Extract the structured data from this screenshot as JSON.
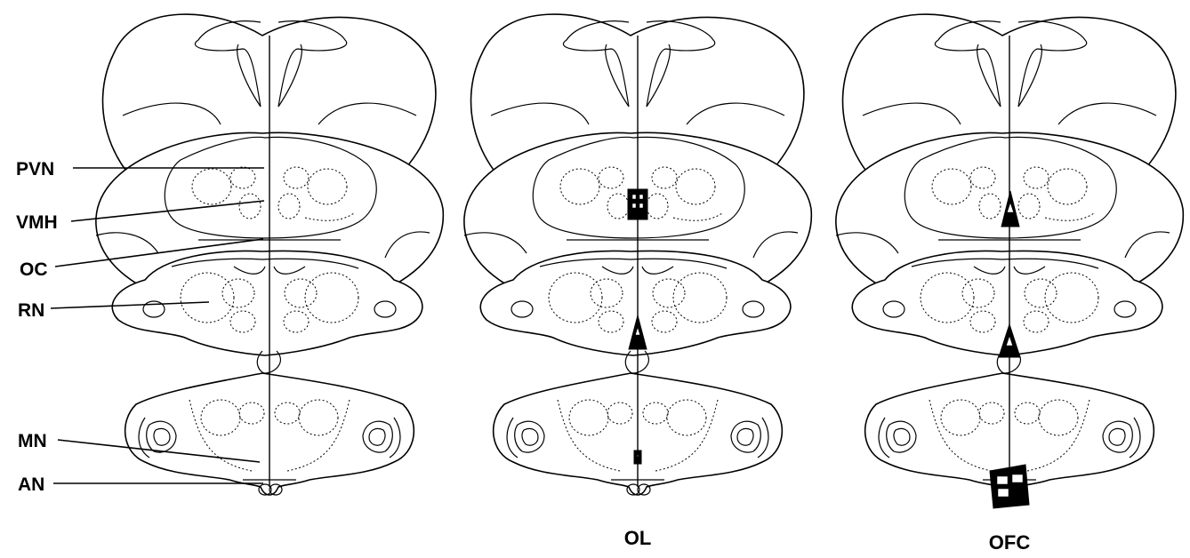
{
  "labels": {
    "pvn": "PVN",
    "vmh": "VMH",
    "oc": "OC",
    "rn": "RN",
    "mn": "MN",
    "an": "AN"
  },
  "panels": [
    {
      "caption": ""
    },
    {
      "caption": "OL"
    },
    {
      "caption": "OFC"
    }
  ]
}
